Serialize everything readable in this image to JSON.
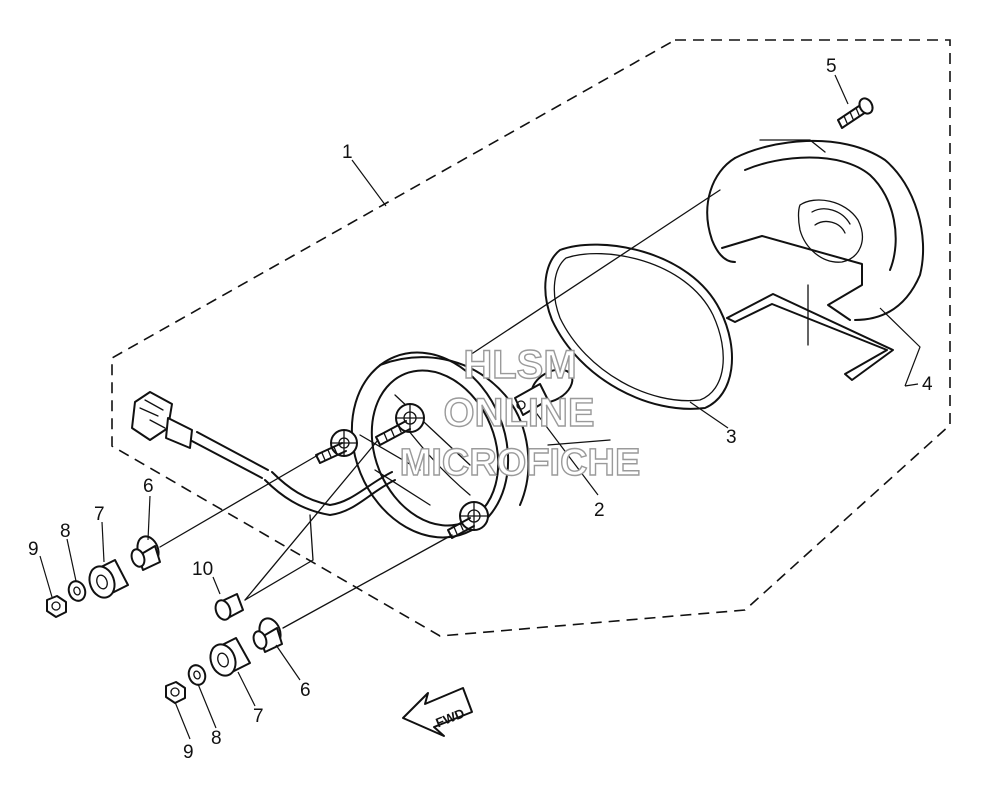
{
  "diagram": {
    "callouts": {
      "c1": "1",
      "c2": "2",
      "c3": "3",
      "c4": "4",
      "c5": "5",
      "c6a": "6",
      "c7a": "7",
      "c8a": "8",
      "c9a": "9",
      "c10": "10",
      "c6b": "6",
      "c7b": "7",
      "c8b": "8",
      "c9b": "9"
    },
    "watermark": {
      "line1": "HLSM",
      "line2": "ONLINE",
      "line3": "MICROFICHE"
    },
    "fwd_label": "FWD"
  }
}
